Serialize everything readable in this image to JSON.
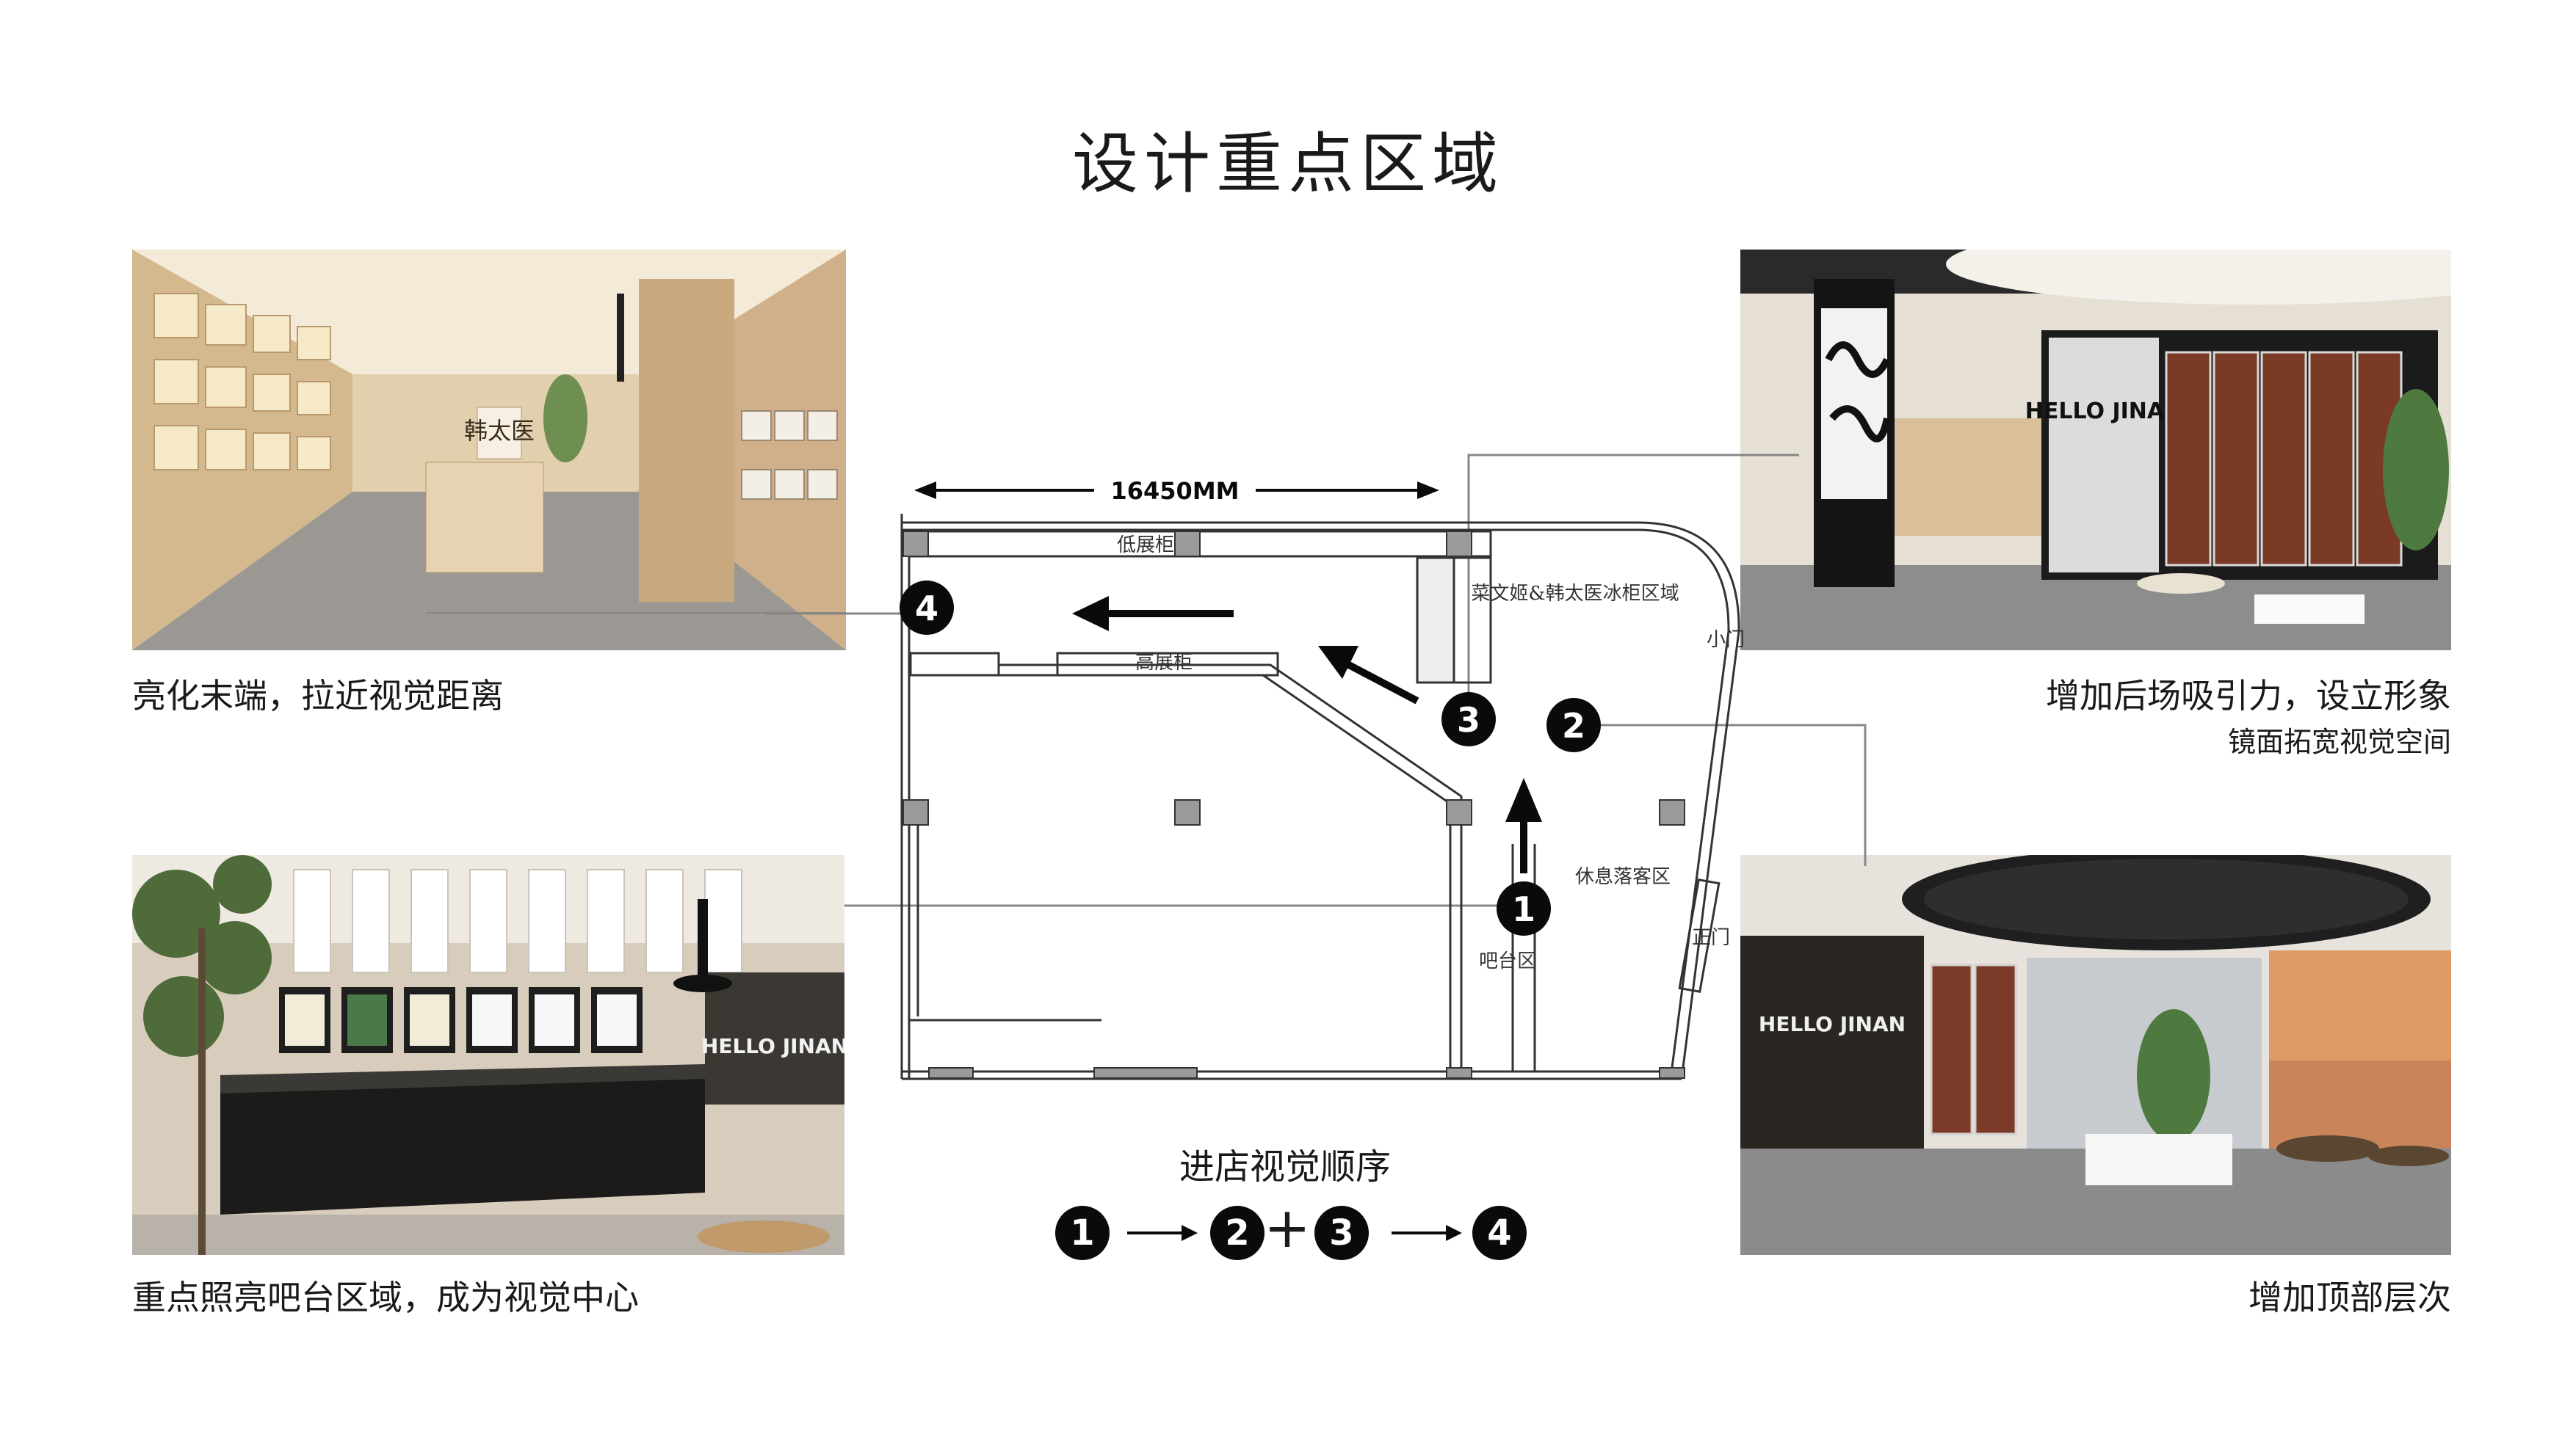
{
  "title": "设计重点区域",
  "captions": {
    "top_left": "亮化末端，拉近视觉距离",
    "top_right": "增加后场吸引力，设立形象",
    "top_right_sub": "镜面拓宽视觉空间",
    "bottom_left": "重点照亮吧台区域，成为视觉中心",
    "bottom_right": "增加顶部层次"
  },
  "plan": {
    "dimension": "16450MM",
    "labels": {
      "low_cabinet": "低展柜",
      "high_cabinet": "高展柜",
      "fridge_area": "菜文姬&韩太医冰柜区域",
      "side_door": "小门",
      "rest_area": "休息落客区",
      "bar_area": "吧台区",
      "main_door": "正门"
    },
    "markers": [
      "1",
      "2",
      "3",
      "4"
    ]
  },
  "sequence": {
    "title": "进店视觉顺序",
    "steps": [
      "1",
      "2",
      "+",
      "3",
      "4"
    ]
  },
  "photo_text": {
    "brand": "HELLO JINAN",
    "sign": "韩太医"
  },
  "colors": {
    "ink": "#0a0a0a",
    "wood": "#d9c4a4",
    "dark": "#2a2622",
    "floor": "#8d8d8d"
  }
}
